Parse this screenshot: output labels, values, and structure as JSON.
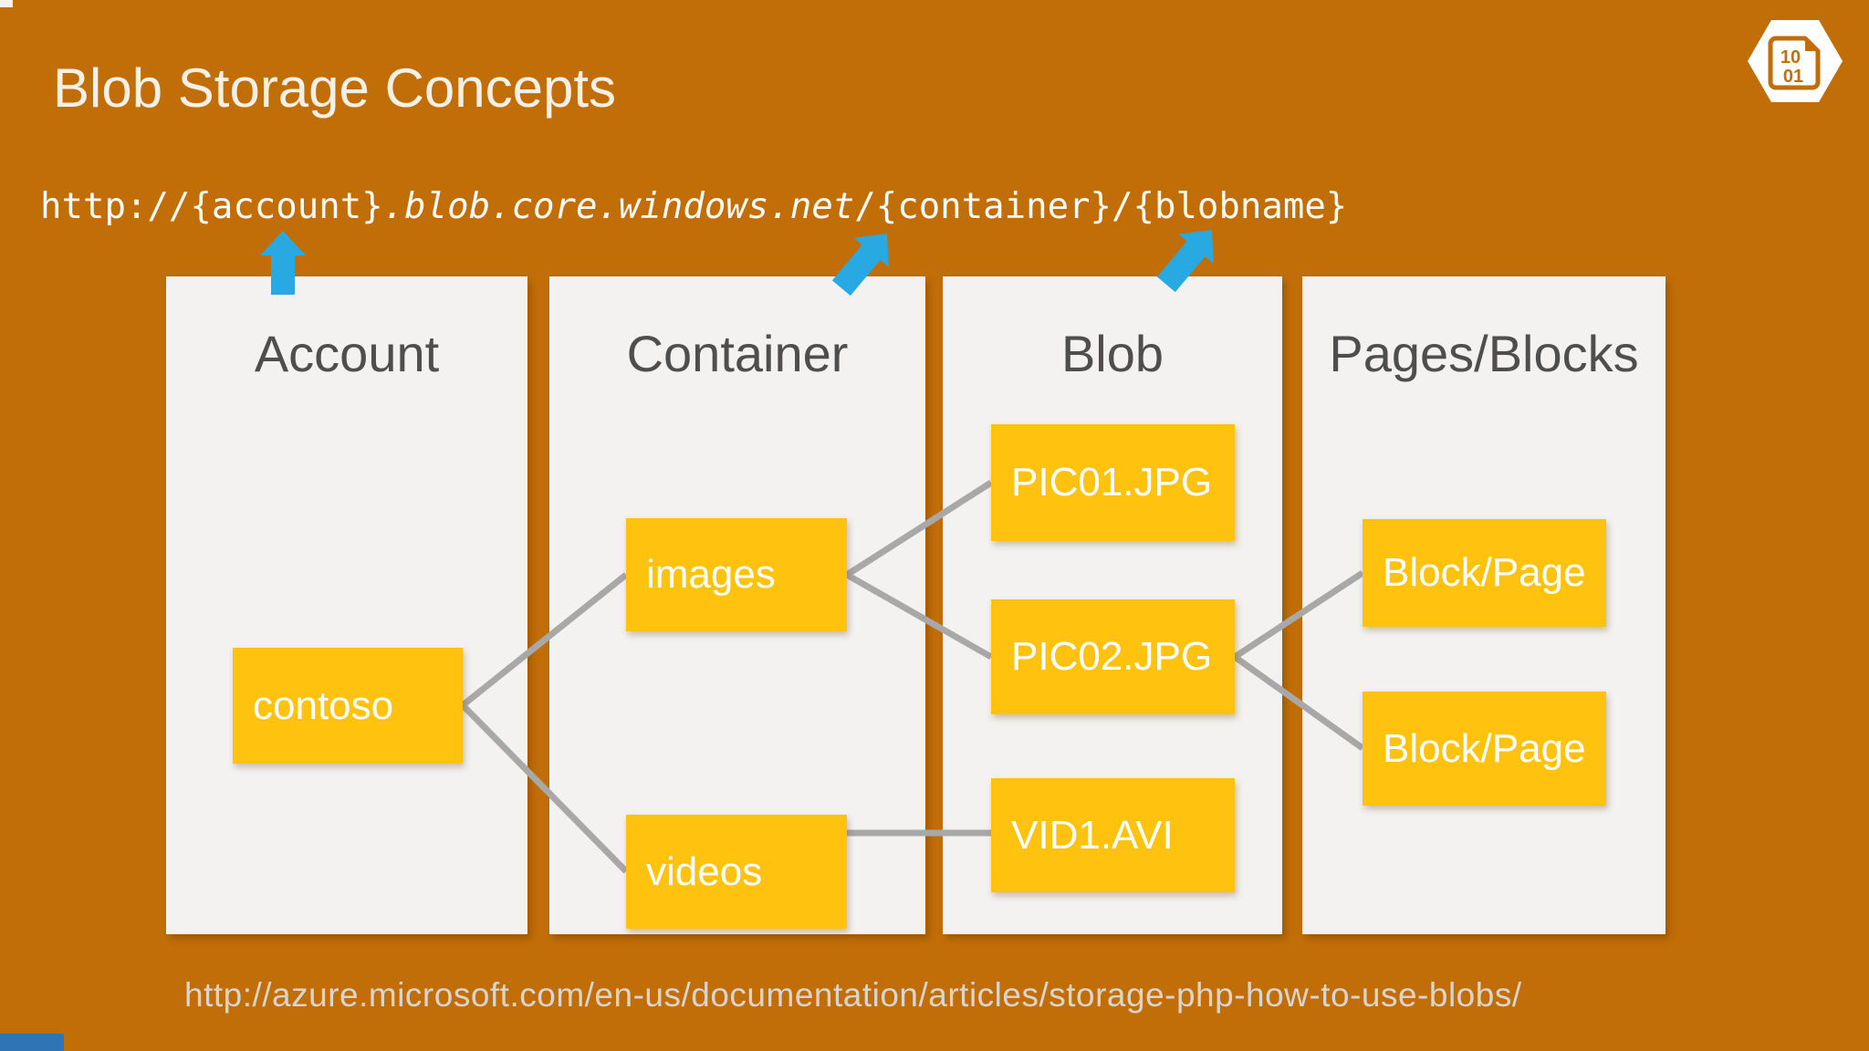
{
  "title": {
    "text": "Blob Storage Concepts"
  },
  "resource_url": {
    "prefix": "http://{account}",
    "italic_part": ".blob.core.windows.net",
    "suffix": "/{container}/{blobname}"
  },
  "columns": [
    {
      "label": "Account",
      "boxes": [
        {
          "label": "contoso"
        }
      ]
    },
    {
      "label": "Container",
      "boxes": [
        {
          "label": "images"
        },
        {
          "label": "videos"
        }
      ]
    },
    {
      "label": "Blob",
      "boxes": [
        {
          "label": "PIC01.JPG"
        },
        {
          "label": "PIC02.JPG"
        },
        {
          "label": "VID1.AVI"
        }
      ]
    },
    {
      "label": "Pages/Blocks",
      "boxes": [
        {
          "label": "Block/Page"
        },
        {
          "label": "Block/Page"
        }
      ]
    }
  ],
  "badge": {
    "line1": "10",
    "line2": "01"
  },
  "footer": {
    "url": "http://azure.microsoft.com/en-us/documentation/articles/storage-php-how-to-use-blobs/"
  },
  "colors": {
    "background_orange": "#C26E08",
    "panel_gray": "#F3F2F0",
    "node_yellow": "#FFC20E",
    "arrow_blue": "#29A9E1",
    "connector_gray": "#A8A8A8",
    "column_title_gray": "#4E4E4E",
    "title_cream": "#F5F0E5",
    "footer_gray": "#D9D5CE"
  }
}
